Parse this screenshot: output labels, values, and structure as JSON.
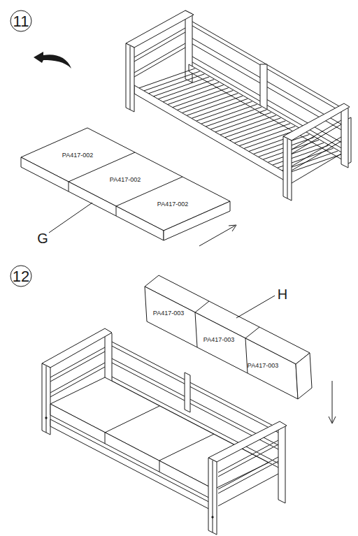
{
  "diagram": {
    "labels": [
      "11",
      "PA417-002",
      "PA417-002",
      "PA417-002",
      "G",
      "12",
      "PA417-003",
      "PA417-003",
      "PA417-003",
      "H"
    ]
  }
}
